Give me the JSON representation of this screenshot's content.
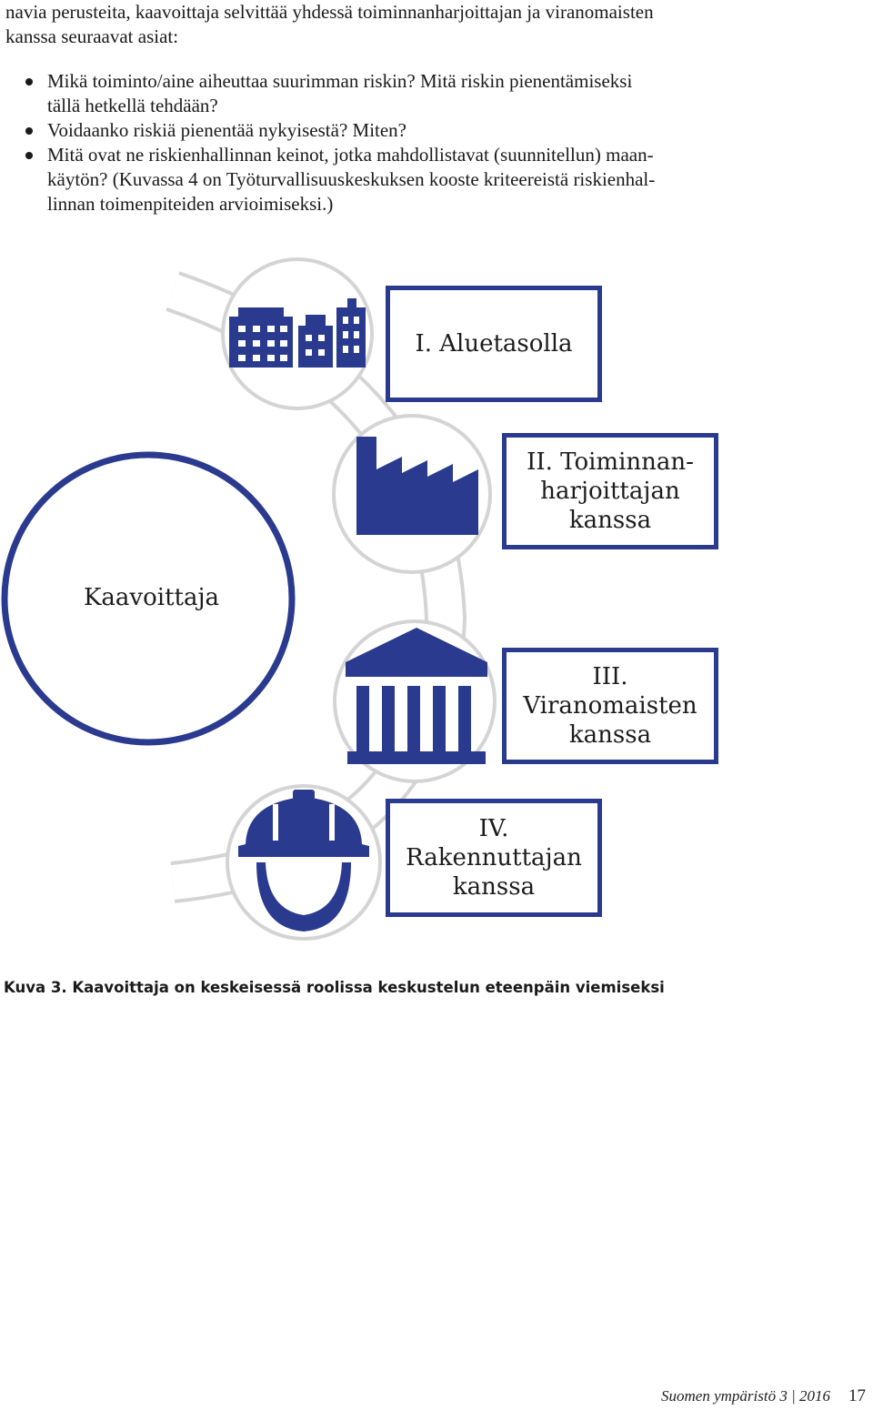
{
  "intro": {
    "line1": "navia perusteita, kaavoittaja selvittää yhdessä toiminnanharjoittajan ja viranomaisten",
    "line2": "kanssa seuraavat asiat:"
  },
  "bullets": [
    {
      "line1": "Mikä toiminto/aine aiheuttaa suurimman riskin? Mitä riskin pienentämiseksi",
      "line2": "tällä hetkellä tehdään?"
    },
    {
      "line1": "Voidaanko riskiä pienentää nykyisestä? Miten?"
    },
    {
      "line1": "Mitä ovat ne riskienhallinnan keinot, jotka mahdollistavat (suunnitellun) maan-",
      "line2": "käytön? (Kuvassa 4 on Työturvallisuuskeskuksen kooste kriteereistä riskienhal-",
      "line3": "linnan toimenpiteiden arvioimiseksi.)"
    }
  ],
  "figure": {
    "center_label": "Kaavoittaja",
    "accent_color": "#2a3a8f",
    "boxes": [
      {
        "line1": "I. Aluetasolla",
        "icon": "buildings-icon"
      },
      {
        "line1": "II. Toiminnan-",
        "line2": "harjoittajan",
        "line3": "kanssa",
        "icon": "factory-icon"
      },
      {
        "line1": "III.",
        "line2": "Viranomaisten",
        "line3": "kanssa",
        "icon": "government-building-icon"
      },
      {
        "line1": "IV.",
        "line2": "Rakennuttajan",
        "line3": "kanssa",
        "icon": "hard-hat-icon"
      }
    ]
  },
  "caption": "Kuva 3. Kaavoittaja on keskeisessä roolissa keskustelun eteenpäin viemiseksi",
  "footer": {
    "publication": "Suomen ympäristö  3 |  2016",
    "page": "17"
  }
}
